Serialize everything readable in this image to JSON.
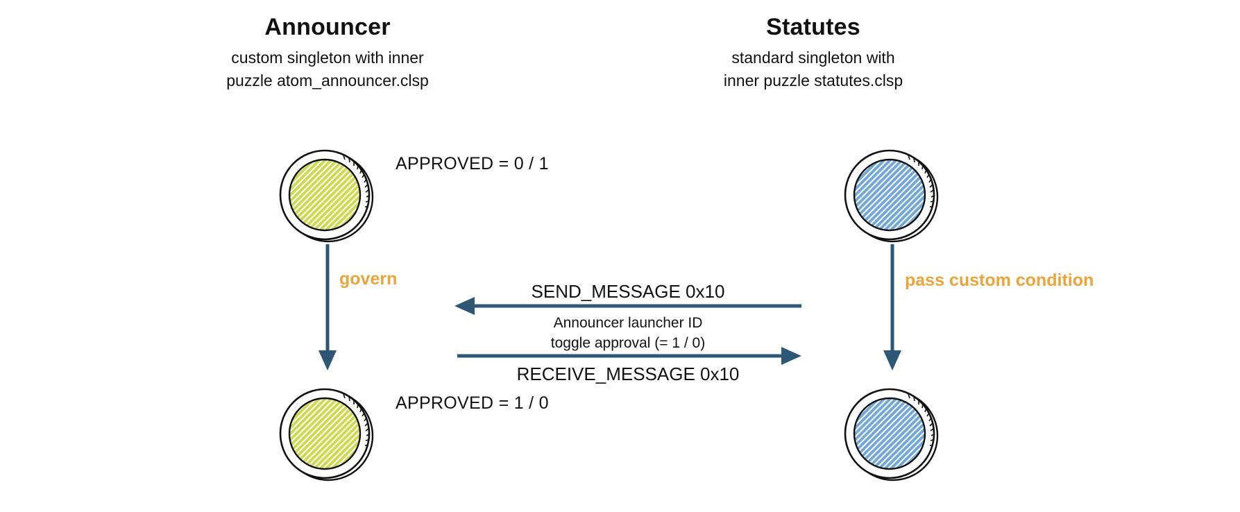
{
  "colors": {
    "arrow": "#2d5775",
    "accent_orange": "#eba43a",
    "coin_green": "#cdd950",
    "coin_blue": "#72a8d8",
    "coin_outline": "#111111",
    "text": "#111111",
    "background": "#ffffff"
  },
  "columns": {
    "announcer": {
      "title": "Announcer",
      "subtitle_line1": "custom singleton with inner",
      "subtitle_line2": "puzzle atom_announcer.clsp"
    },
    "statutes": {
      "title": "Statutes",
      "subtitle_line1": "standard singleton with",
      "subtitle_line2": "inner puzzle statutes.clsp"
    }
  },
  "coins": {
    "announcer_before": {
      "name": "announcer-coin-before",
      "fill": "#cdd950",
      "state_label": "APPROVED = 0 / 1"
    },
    "announcer_after": {
      "name": "announcer-coin-after",
      "fill": "#cdd950",
      "state_label": "APPROVED = 1 / 0"
    },
    "statutes_before": {
      "name": "statutes-coin-before",
      "fill": "#72a8d8",
      "state_label": ""
    },
    "statutes_after": {
      "name": "statutes-coin-after",
      "fill": "#72a8d8",
      "state_label": ""
    }
  },
  "edges": {
    "govern": {
      "label": "govern",
      "color": "#eba43a",
      "direction": "down"
    },
    "pass_custom_condition": {
      "label": "pass custom condition",
      "color": "#eba43a",
      "direction": "down"
    },
    "send_message": {
      "label": "SEND_MESSAGE 0x10",
      "direction": "right-to-left",
      "color": "#2d5775"
    },
    "receive_message": {
      "label": "RECEIVE_MESSAGE 0x10",
      "direction": "left-to-right",
      "color": "#2d5775"
    }
  },
  "message_payload": {
    "line1": "Announcer launcher ID",
    "line2": "toggle approval (= 1 / 0)"
  }
}
